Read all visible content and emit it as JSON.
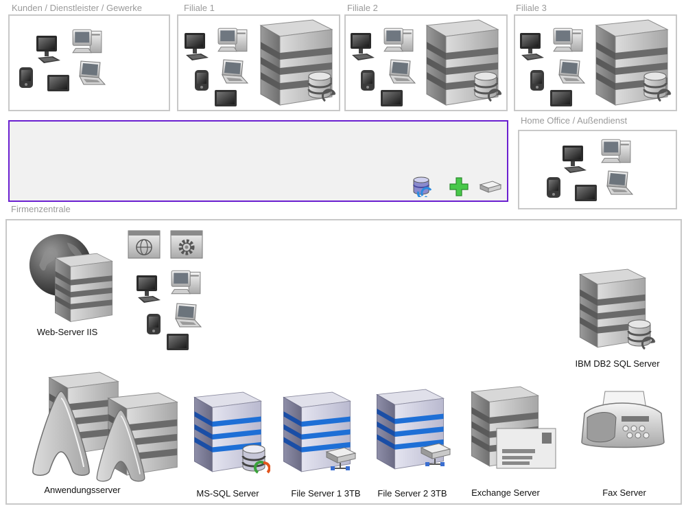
{
  "groups": {
    "kunden": "Kunden / Dienstleister / Gewerke",
    "filiale1": "Filiale 1",
    "filiale2": "Filiale 2",
    "filiale3": "Filiale 3",
    "home": "Home Office / Außendienst",
    "zentrale": "Firmenzentrale"
  },
  "servers": {
    "web": "Web-Server IIS",
    "db2": "IBM DB2 SQL Server",
    "app": "Anwendungsserver",
    "mssql": "MS-SQL Server",
    "fs1": "File Server 1 3TB",
    "fs2": "File Server 2 3TB",
    "exchange": "Exchange Server",
    "fax": "Fax Server"
  },
  "colors": {
    "bus_border": "#6a1fd0",
    "group_border": "#c8c8c8",
    "label": "#9a9a9a",
    "accent_blue": "#1e6fd6"
  },
  "bus_icons": [
    "database-sync-icon",
    "add-icon",
    "router-icon"
  ]
}
